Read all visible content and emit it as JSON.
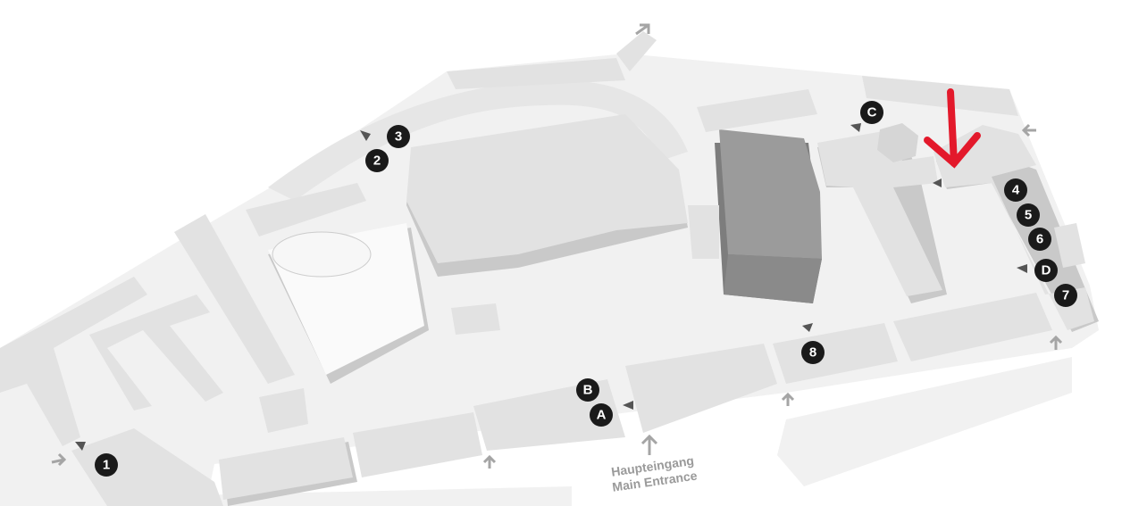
{
  "map": {
    "main_entrance": {
      "de": "Haupteingang",
      "en": "Main Entrance"
    },
    "markers": {
      "m1": "1",
      "m2": "2",
      "m3": "3",
      "m4": "4",
      "m5": "5",
      "m6": "6",
      "m7": "7",
      "m8": "8",
      "mA": "A",
      "mB": "B",
      "mC": "C",
      "mD": "D"
    },
    "highlight_color": "#e3192b",
    "marker_color": "#1a1a1a"
  }
}
